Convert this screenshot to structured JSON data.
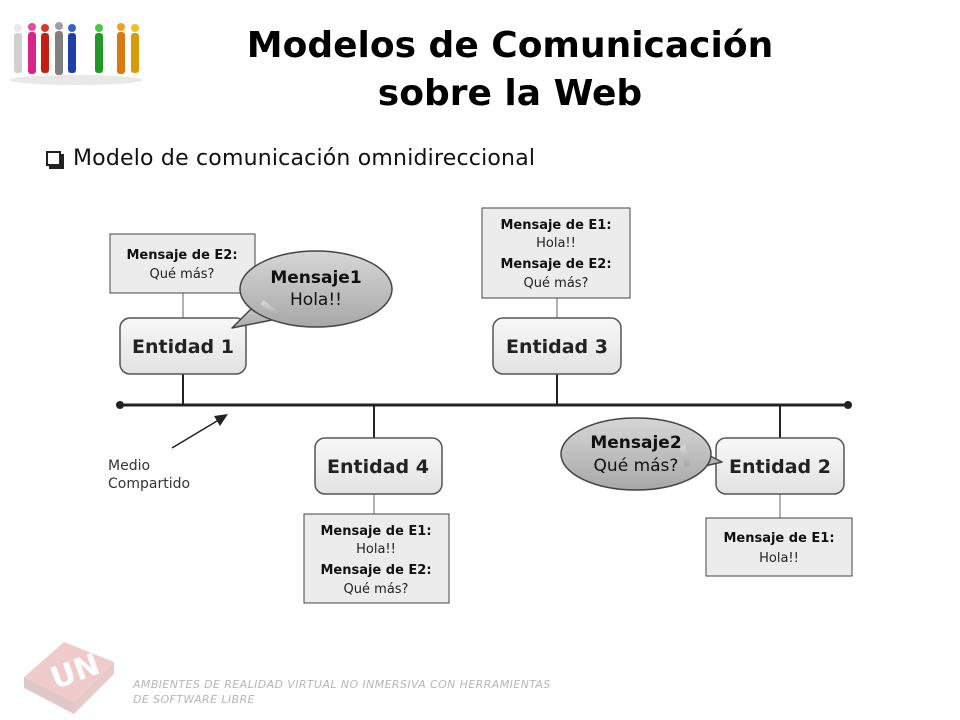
{
  "slide": {
    "title_line1": "Modelos de Comunicación",
    "title_line2": "sobre la Web",
    "bullet": "Modelo de comunicación omnidireccional",
    "footer_line1": "AMBIENTES DE REALIDAD VIRTUAL NO INMERSIVA CON HERRAMIENTAS",
    "footer_line2": "DE SOFTWARE LIBRE",
    "logo_text": "UN"
  },
  "diagram": {
    "entities": {
      "e1": "Entidad 1",
      "e2": "Entidad 2",
      "e3": "Entidad 3",
      "e4": "Entidad 4"
    },
    "boxes": {
      "e1": {
        "l1": "Mensaje de E2:",
        "l2": "Qué más?"
      },
      "e3": {
        "l1": "Mensaje de E1:",
        "l2": "Hola!!",
        "l3": "Mensaje de E2:",
        "l4": "Qué más?"
      },
      "e4": {
        "l1": "Mensaje de E1:",
        "l2": "Hola!!",
        "l3": "Mensaje de E2:",
        "l4": "Qué más?"
      },
      "e2": {
        "l1": "Mensaje de E1:",
        "l2": "Hola!!"
      }
    },
    "bubbles": {
      "b1": {
        "l1": "Mensaje1",
        "l2": "Hola!!"
      },
      "b2": {
        "l1": "Mensaje2",
        "l2": "Qué más?"
      }
    },
    "medium": {
      "l1": "Medio",
      "l2": "Compartido"
    }
  },
  "colors": {
    "box_fill": "#ececec",
    "bubble_fill": "#bdbdbd",
    "line": "#222222",
    "footer": "#b6b6b6"
  }
}
